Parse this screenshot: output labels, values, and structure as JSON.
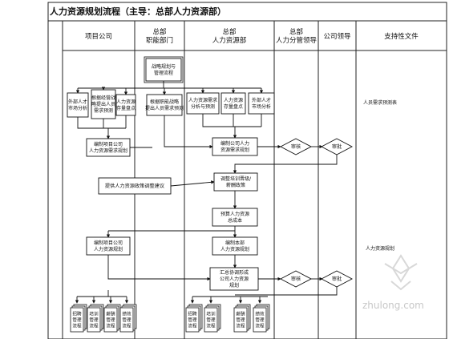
{
  "title": "人力资源规划流程（主导：总部人力资源部）",
  "columns": [
    {
      "lines": [
        "项目公司"
      ]
    },
    {
      "lines": [
        "总部",
        "职能部门"
      ]
    },
    {
      "lines": [
        "总部",
        "人力资源部"
      ]
    },
    {
      "lines": [
        "总部",
        "人力分管领导"
      ]
    },
    {
      "lines": [
        "公司领导"
      ]
    },
    {
      "lines": [
        "支持性文件"
      ]
    }
  ],
  "boxes": {
    "b1": [
      "战略规划与",
      "管理流程"
    ],
    "b2": [
      "外部人才",
      "市场分析"
    ],
    "b3": [
      "根据经营战",
      "略提出人员",
      "需求预测"
    ],
    "b4": [
      "人力资源",
      "存量盘点"
    ],
    "b5": [
      "根据职能战略",
      "提出人员需求预测"
    ],
    "b6": [
      "人力资源需求",
      "分析与预测"
    ],
    "b7": [
      "人力资源",
      "存量盘点"
    ],
    "b8": [
      "外部人才",
      "市场分析"
    ],
    "b9": [
      "编制项目公司",
      "人力资源需求规划"
    ],
    "b10": [
      "编制公司人力",
      "资源需求规划"
    ],
    "b11": [
      "提供人力资源政策调整建议"
    ],
    "b12": [
      "调整培训晋级/",
      "薪酬政策"
    ],
    "b13": [
      "预算人力资源",
      "总成本"
    ],
    "b14": [
      "编制项目公司",
      "人力资源规划"
    ],
    "b15": [
      "编制本部",
      "人力资源规划"
    ],
    "b16": [
      "汇总协调形成",
      "公司人力资源",
      "规划"
    ]
  },
  "diamonds": {
    "d1": "审核",
    "d2": "审批",
    "d3": "审核",
    "d4": "审批"
  },
  "docs": {
    "left": [
      [
        "招聘",
        "管理",
        "流程"
      ],
      [
        "培训",
        "管理",
        "流程"
      ],
      [
        "薪酬",
        "管理",
        "流程"
      ],
      [
        "绩效",
        "管理",
        "流程"
      ]
    ],
    "right": [
      [
        "招聘",
        "管理",
        "流程"
      ],
      [
        "培训",
        "管理",
        "流程"
      ],
      [
        "薪酬",
        "管理",
        "流程"
      ],
      [
        "绩效",
        "管理",
        "流程"
      ]
    ]
  },
  "support_docs": [
    "人员需求预测表",
    "人力资源规划"
  ],
  "watermark": "zhulong.com"
}
